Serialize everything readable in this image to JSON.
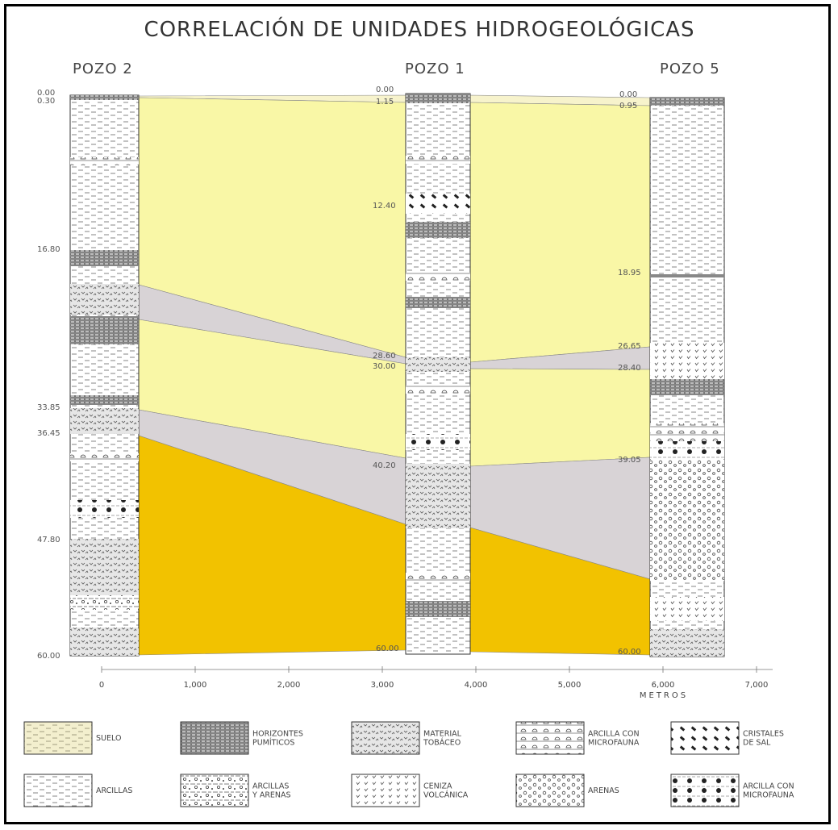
{
  "title": "CORRELACIÓN DE UNIDADES HIDROGEOLÓGICAS",
  "wells": [
    {
      "name": "POZO 2",
      "depths": [
        "0.00",
        "0.30",
        "16.80",
        "33.85",
        "36.45",
        "47.80",
        "60.00"
      ]
    },
    {
      "name": "POZO 1",
      "depths": [
        "0.00",
        "1.15",
        "12.40",
        "28.60",
        "30.00",
        "40.20",
        "60.00"
      ]
    },
    {
      "name": "POZO 5",
      "depths": [
        "0.00",
        "0.95",
        "18.95",
        "26.65",
        "28.40",
        "39.05",
        "60.00"
      ]
    }
  ],
  "x_axis": {
    "ticks": [
      "0",
      "1,000",
      "2,000",
      "3,000",
      "4,000",
      "5,000",
      "6,000",
      "7,000"
    ],
    "label": "METROS"
  },
  "colors": {
    "suelo": "#f7f3cc",
    "aquifer_light": "#f9f7a6",
    "aquitard": "#d8d3d6",
    "aquifer_deep": "#f2c200"
  },
  "legend": [
    {
      "label": "SUELO",
      "pattern": "suelo"
    },
    {
      "label": "HORIZONTES\nPUMÍTICOS",
      "pattern": "pumiticos"
    },
    {
      "label": "MATERIAL\nTOBÁCEO",
      "pattern": "tobaceo"
    },
    {
      "label": "ARCILLA CON\nMICROFAUNA",
      "pattern": "microfauna1"
    },
    {
      "label": "CRISTALES\nDE SAL",
      "pattern": "sal"
    },
    {
      "label": "ARCILLAS",
      "pattern": "arcillas"
    },
    {
      "label": "ARCILLAS\nY ARENAS",
      "pattern": "arcillasarenas"
    },
    {
      "label": "CENIZA\nVOLCÁNICA",
      "pattern": "ceniza"
    },
    {
      "label": "ARENAS",
      "pattern": "arenas"
    },
    {
      "label": "ARCILLA CON\nMICROFAUNA",
      "pattern": "microfauna2"
    }
  ]
}
